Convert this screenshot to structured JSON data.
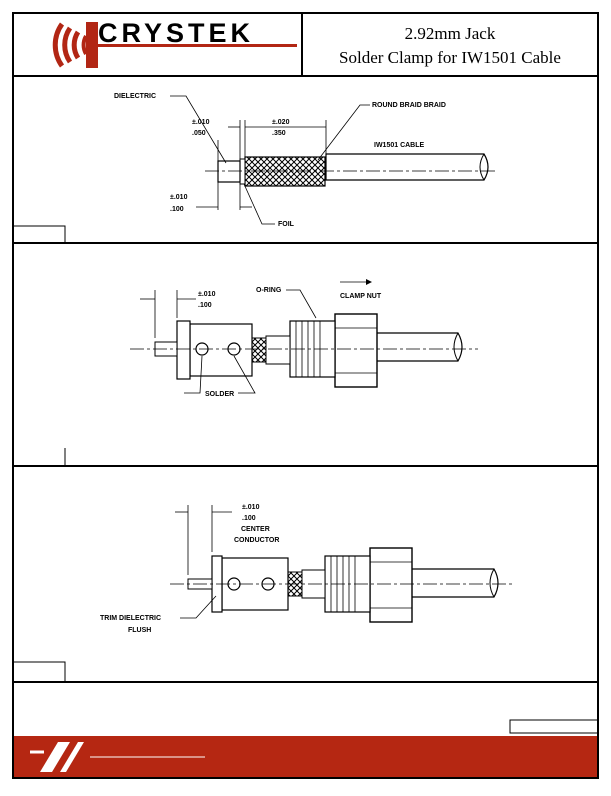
{
  "header": {
    "brand": "CRYSTEK",
    "title_line1": "2.92mm Jack",
    "title_line2": "Solder Clamp for IW1501 Cable"
  },
  "step1": {
    "dielectric": "DIELECTRIC",
    "tol_a": "±.010",
    "dim_a": ".050",
    "tol_b": "±.020",
    "dim_b": ".350",
    "round_braid": "ROUND BRAID BRAID",
    "cable": "IW1501 CABLE",
    "tol_c": "±.010",
    "dim_c": ".100",
    "foil": "FOIL"
  },
  "step2": {
    "tol": "±.010",
    "dim": ".100",
    "oring": "O-RING",
    "clamp_nut": "CLAMP NUT",
    "solder": "SOLDER"
  },
  "step3": {
    "tol": "±.010",
    "dim": ".100",
    "center1": "CENTER",
    "center2": "CONDUCTOR",
    "trim1": "TRIM DIELECTRIC",
    "trim2": "FLUSH"
  },
  "colors": {
    "brand_red": "#b22614",
    "footer_red": "#b52712",
    "line": "#000000"
  }
}
